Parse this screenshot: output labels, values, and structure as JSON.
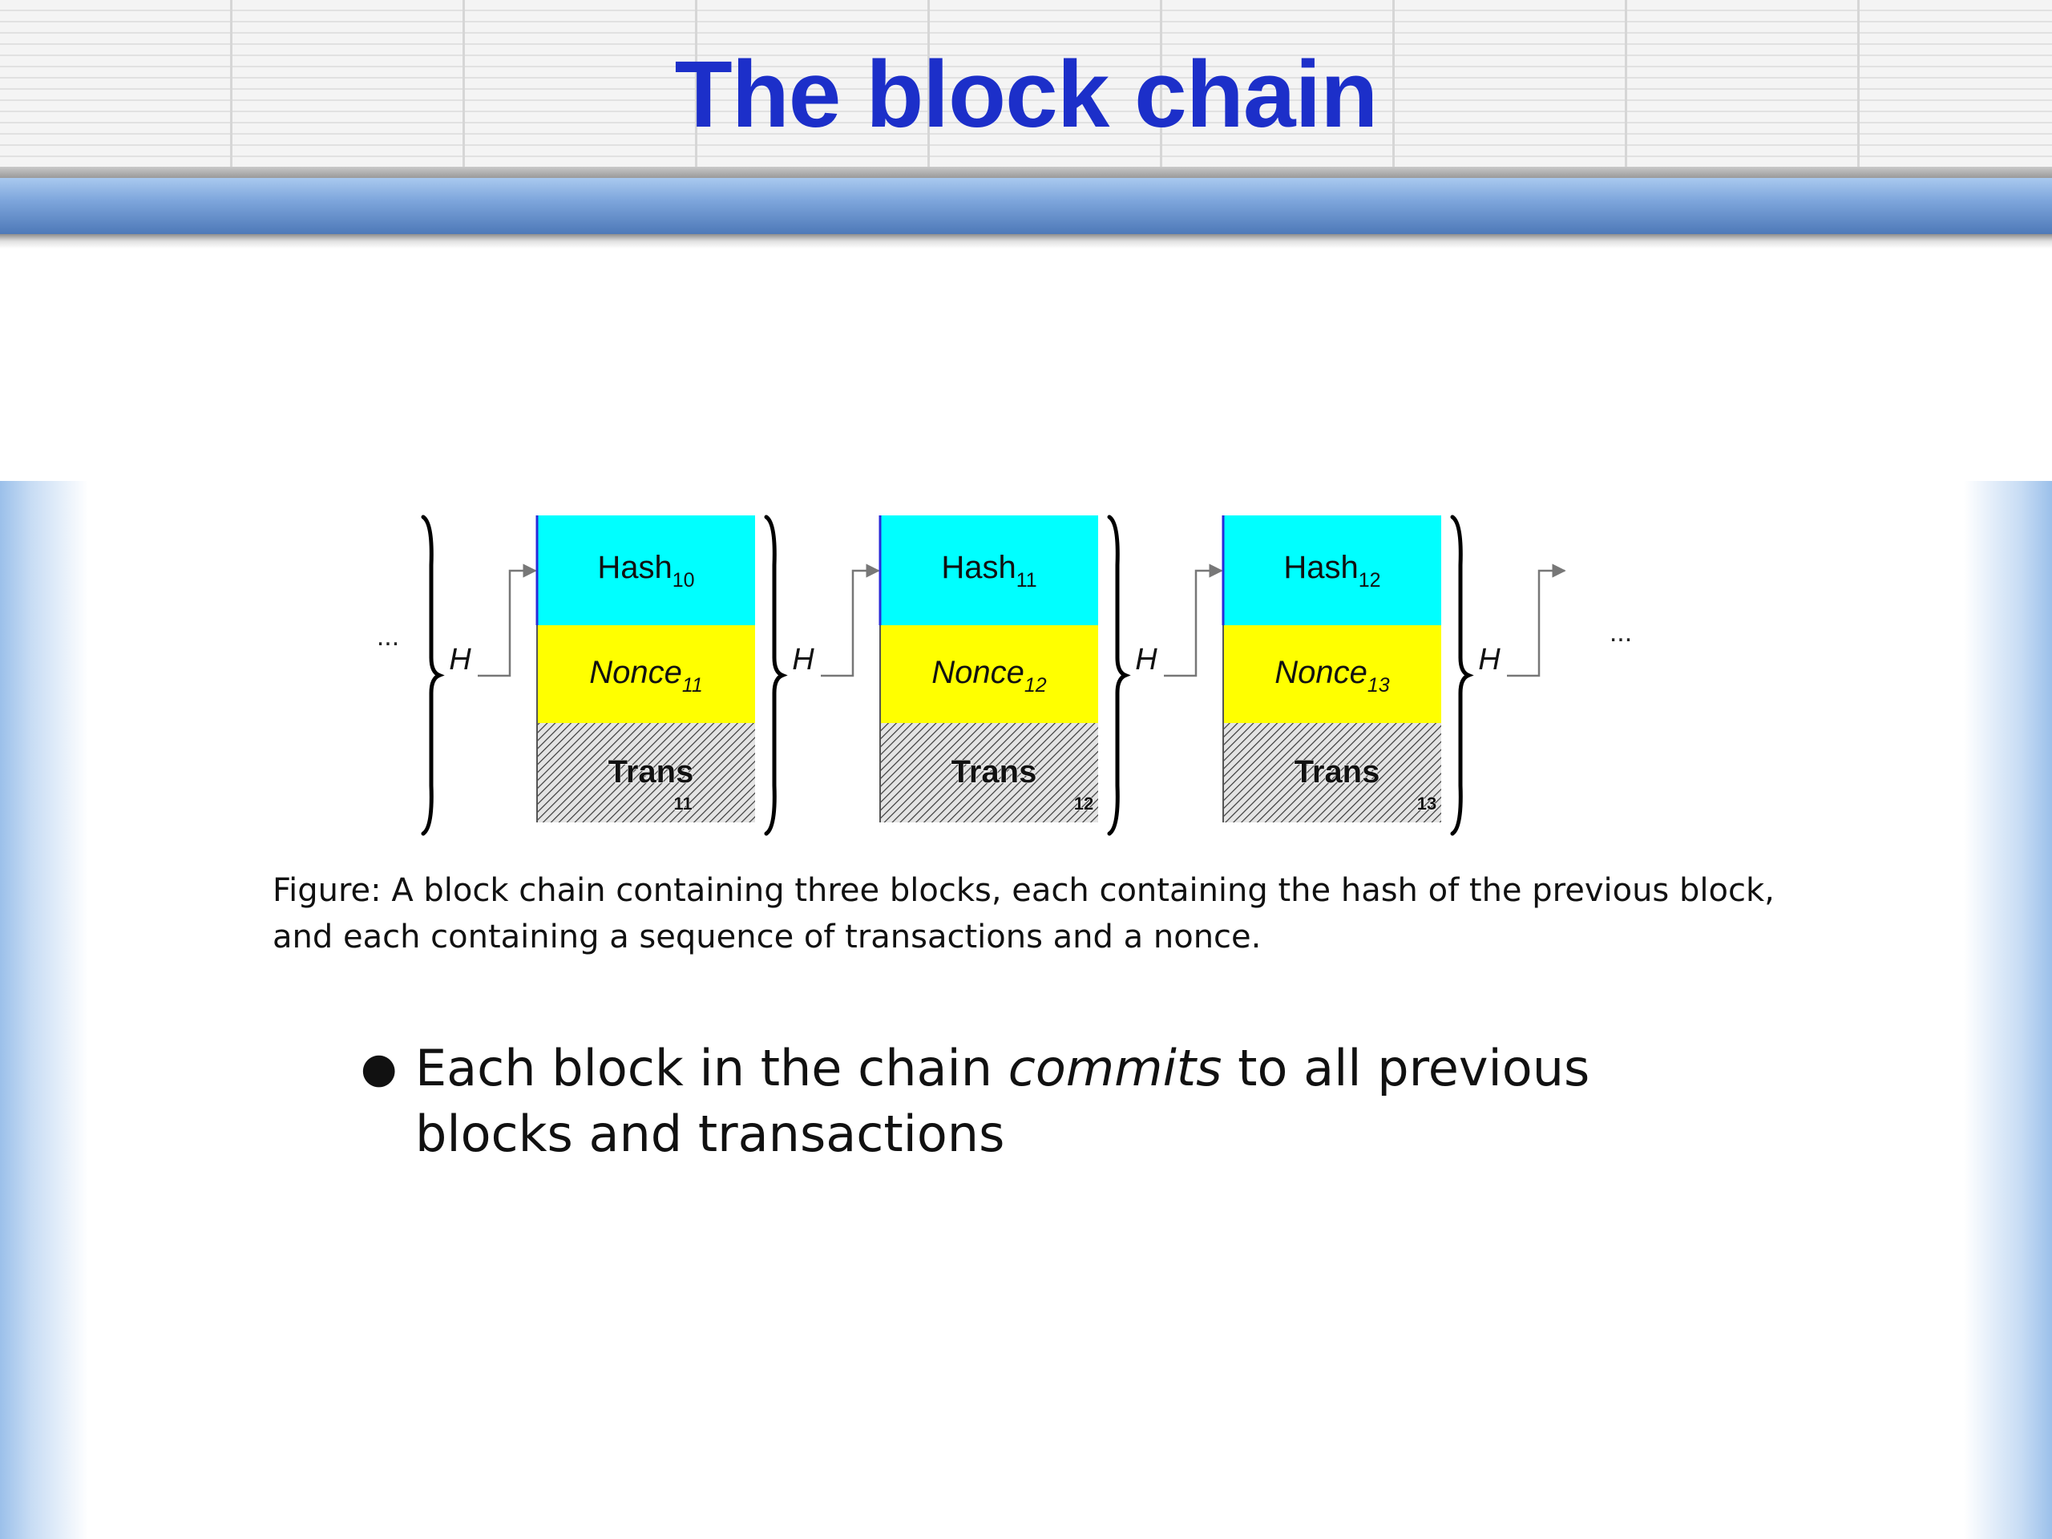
{
  "slide": {
    "title": "The block chain",
    "caption_line1": "Figure: A block chain containing three blocks, each containing the hash of the previous  block,",
    "caption_line2": "and each containing a sequence of transactions and a  nonce.",
    "bullet_text_before": "Each block in the chain ",
    "bullet_emphasis": "commits",
    "bullet_text_after": " to all previous blocks and transactions"
  },
  "diagram": {
    "ellipsis_left": "...",
    "ellipsis_right": "...",
    "hash_function_label": "H",
    "blocks": [
      {
        "hash_label": "Hash",
        "hash_sub": "10",
        "nonce_label": "Nonce",
        "nonce_sub": "11",
        "trans_label": "Trans",
        "trans_sub": "11"
      },
      {
        "hash_label": "Hash",
        "hash_sub": "11",
        "nonce_label": "Nonce",
        "nonce_sub": "12",
        "trans_label": "Trans",
        "trans_sub": "12"
      },
      {
        "hash_label": "Hash",
        "hash_sub": "12",
        "nonce_label": "Nonce",
        "nonce_sub": "13",
        "trans_label": "Trans",
        "trans_sub": "13"
      }
    ],
    "colors": {
      "hash_fill": "#00ffff",
      "nonce_fill": "#ffff00",
      "trans_fill": "#d9d9d9",
      "title": "#1c2fc9",
      "band": "#7ea6dc"
    }
  }
}
